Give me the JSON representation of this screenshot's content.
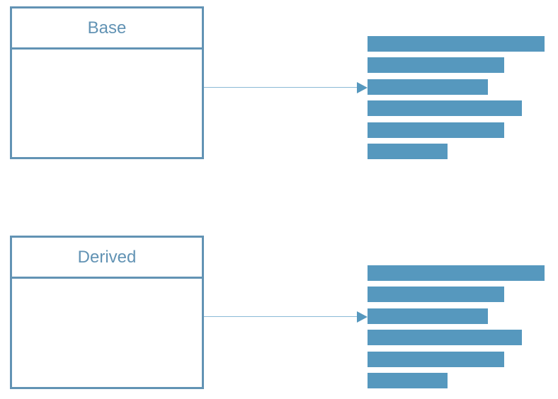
{
  "colors": {
    "stroke": "#6293b4",
    "bar": "#5698be",
    "connector": "#8bbad6"
  },
  "classes": [
    {
      "name": "Base",
      "bar_lengths": [
        1.0,
        0.77,
        0.68,
        0.87,
        0.77,
        0.45
      ]
    },
    {
      "name": "Derived",
      "bar_lengths": [
        1.0,
        0.77,
        0.68,
        0.87,
        0.77,
        0.45
      ]
    }
  ]
}
